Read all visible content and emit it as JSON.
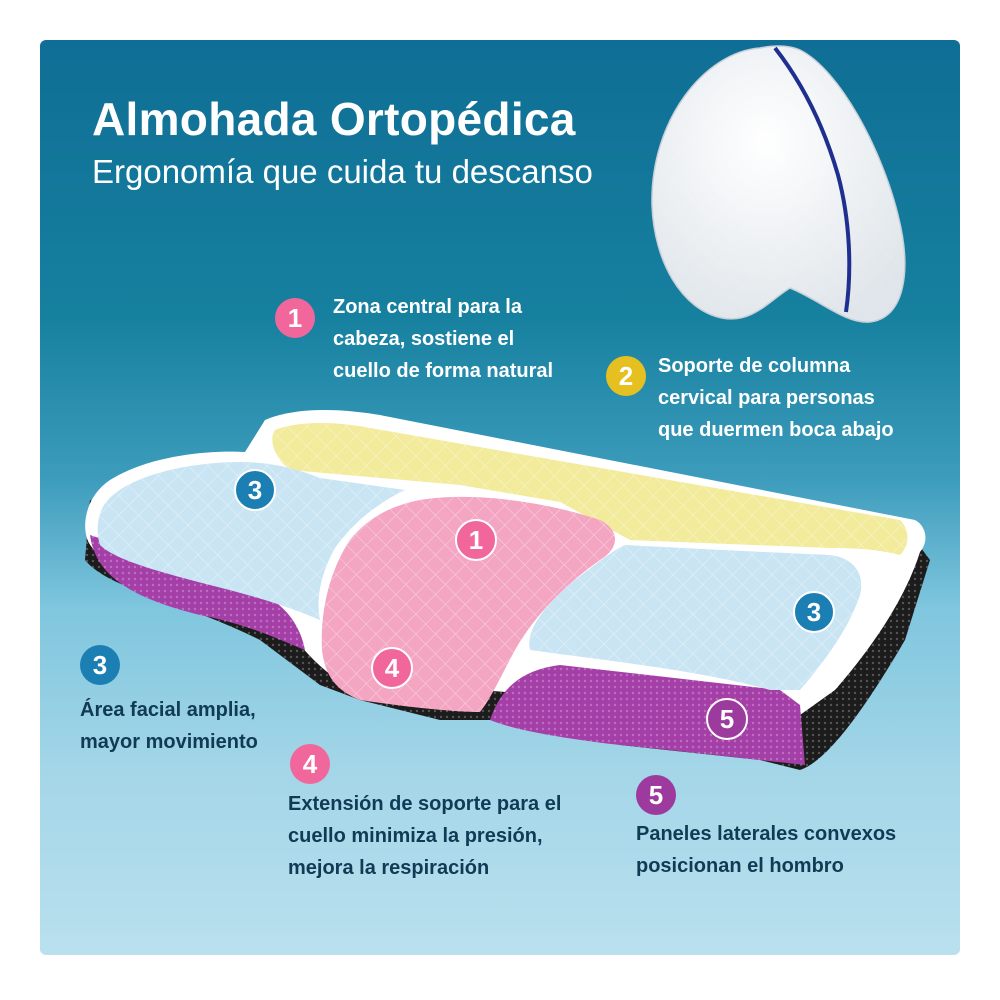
{
  "header": {
    "title": "Almohada Ortopédica",
    "subtitle": "Ergonomía que cuida tu descanso"
  },
  "callouts": [
    {
      "number": "1",
      "color": "#f1679c",
      "text": "Zona central para la\ncabeza, sostiene el\ncuello de forma natural"
    },
    {
      "number": "2",
      "color": "#e6c020",
      "text": "Soporte de columna\ncervical para personas\nque duermen boca abajo"
    },
    {
      "number": "3",
      "color": "#1c7fb3",
      "text": "Área facial amplia,\nmayor movimiento"
    },
    {
      "number": "4",
      "color": "#f1679c",
      "text": "Extensión de soporte para el\ncuello minimiza la presión,\nmejora la respiración"
    },
    {
      "number": "5",
      "color": "#9d3a9e",
      "text": "Paneles laterales convexos\nposicionan el hombro"
    }
  ],
  "pillow_markers": [
    "3",
    "1",
    "3",
    "4",
    "5"
  ],
  "colors": {
    "background": "#1580a0",
    "zone_pink": "#f3a5c1",
    "zone_yellow": "#f2eb9b",
    "zone_blue": "#c9e5f3",
    "side_purple": "#a53fa8",
    "mesh_black": "#1c1c1c"
  },
  "images": {
    "main": "contour-pillow",
    "inset": "knee-pillow"
  }
}
